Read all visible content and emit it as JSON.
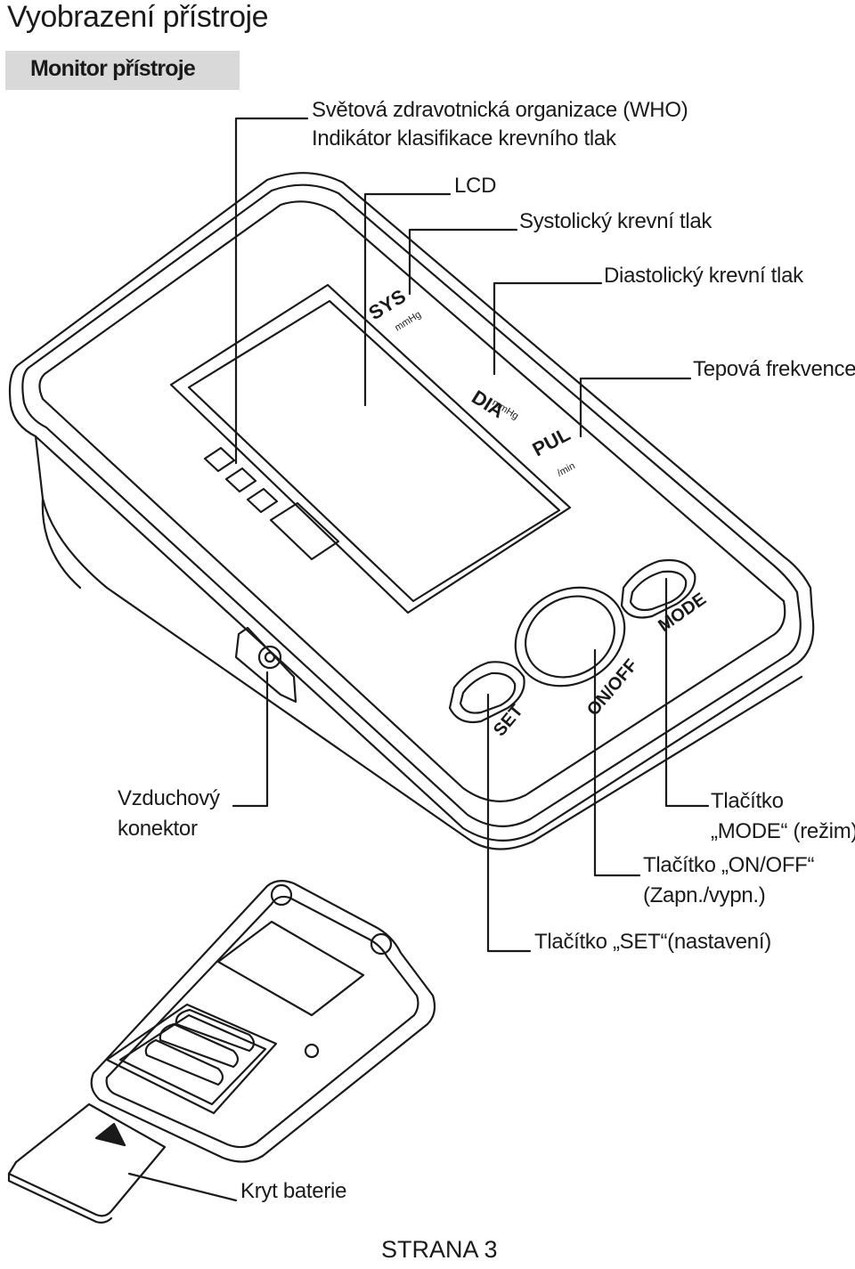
{
  "header": {
    "title": "Vyobrazení přístroje",
    "section": "Monitor přístroje"
  },
  "callouts": {
    "who_line1": "Světová zdravotnická organizace (WHO)",
    "who_line2": "Indikátor klasifikace krevního tlak",
    "lcd": "LCD",
    "systolic": "Systolický krevní tlak",
    "diastolic": "Diastolický krevní tlak",
    "pulse": "Tepová frekvence",
    "air_line1": "Vzduchový",
    "air_line2": "konektor",
    "mode_line1": "Tlačítko",
    "mode_line2": "„MODE“ (režim)",
    "onoff_line1": "Tlačítko „ON/OFF“",
    "onoff_line2": "(Zapn./vypn.)",
    "set": "Tlačítko „SET“(nastavení)",
    "battery": "Kryt baterie"
  },
  "device": {
    "sys": "SYS",
    "sys_unit": "mmHg",
    "dia": "DIA",
    "dia_unit": "mmHg",
    "pul": "PUL",
    "pul_unit": "/min",
    "btn_set": "SET",
    "btn_onoff": "ON/OFF",
    "btn_mode": "MODE"
  },
  "footer": {
    "page": "STRANA 3"
  }
}
